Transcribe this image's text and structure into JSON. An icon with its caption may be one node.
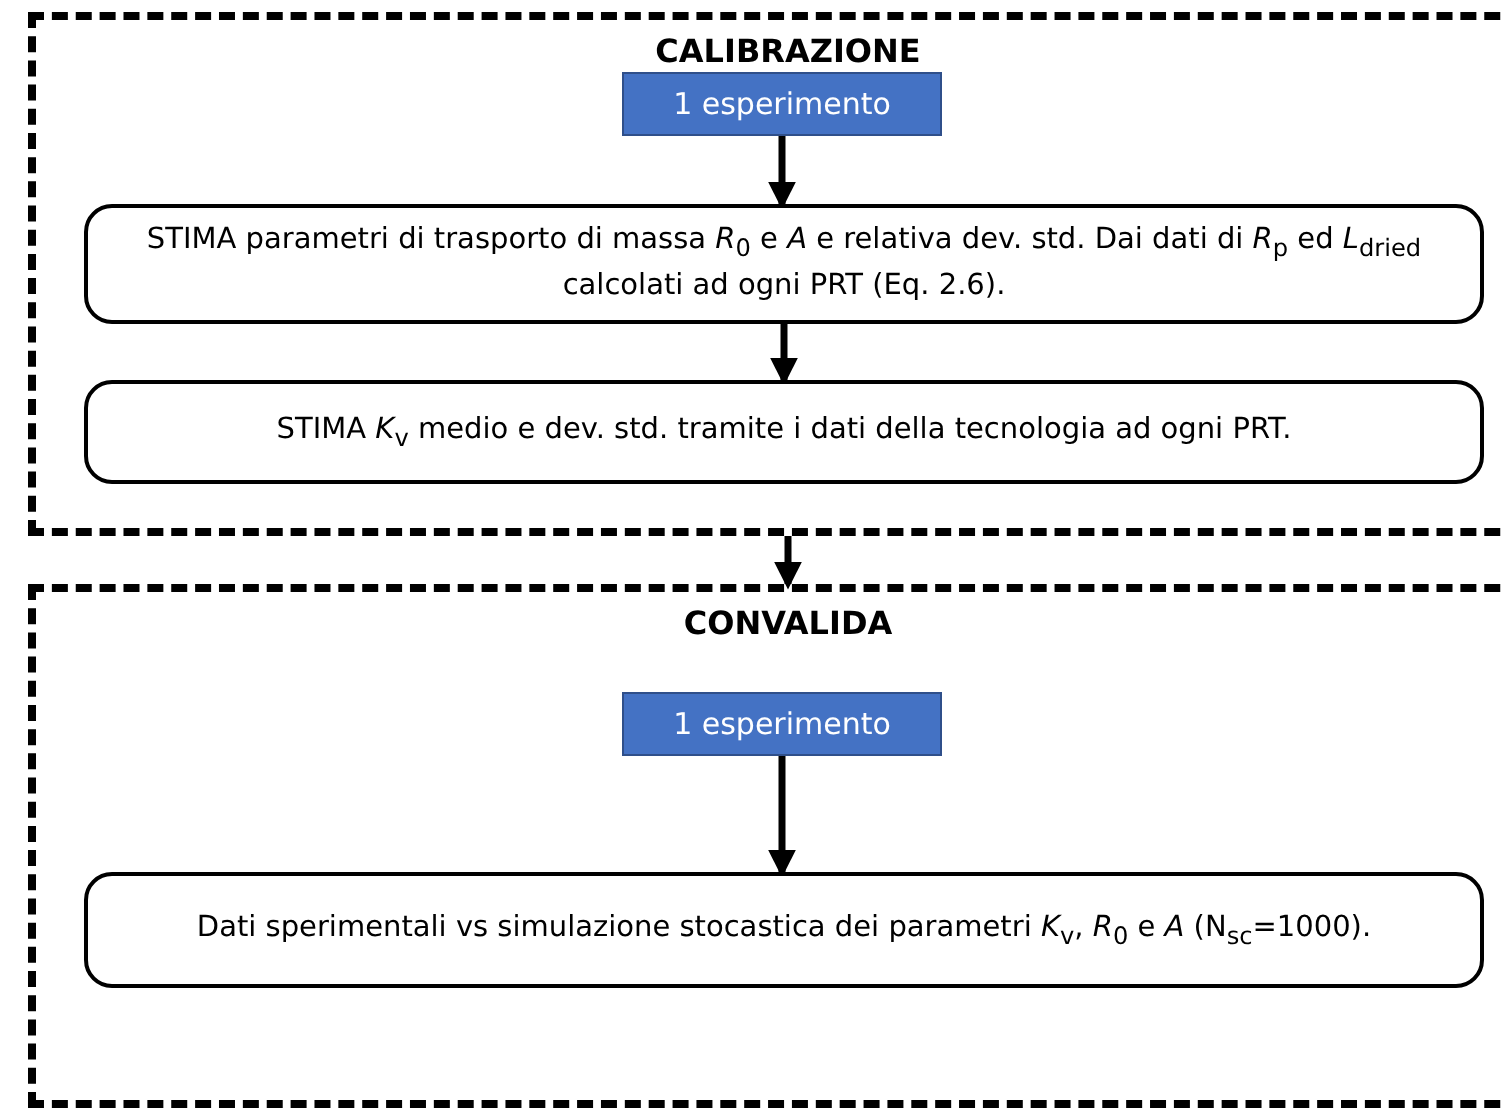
{
  "diagram": {
    "nodes": [
      {
        "text": [
          "CALIBRAZIONE"
        ]
      },
      {
        "text": [
          "1 esperimento"
        ],
        "in": 0
      },
      {
        "text": [
          "STIMA parametri di trasporto di massa *R*$_{0}$ e *A* e relativa dev. std. Dai dati di *R*$_{p}$ ed *L*$_{dried}$ calcolati ad ogni PRT (Eq. 2.6)."
        ],
        "in": 0
      },
      {
        "text": [
          "STIMA *K*$_{v}$ medio e dev. std. tramite i dati della tecnologia ad ogni PRT."
        ],
        "in": 0
      },
      {
        "text": [
          "CONVALIDA"
        ]
      },
      {
        "text": [
          "1 esperimento"
        ],
        "in": 4
      },
      {
        "text": [
          "Dati sperimentali vs simulazione stocastica dei parametri *K*$_{v}$, *R*$_{0}$ e *A* (N$_{sc}$=1000)."
        ],
        "in": 4
      }
    ],
    "edges": [
      {
        "from": 1,
        "to": 2,
        "arrow": "to"
      },
      {
        "from": 2,
        "to": 3,
        "arrow": "to"
      },
      {
        "from": 0,
        "to": 4,
        "arrow": "to"
      },
      {
        "from": 5,
        "to": 6,
        "arrow": "to"
      }
    ]
  }
}
